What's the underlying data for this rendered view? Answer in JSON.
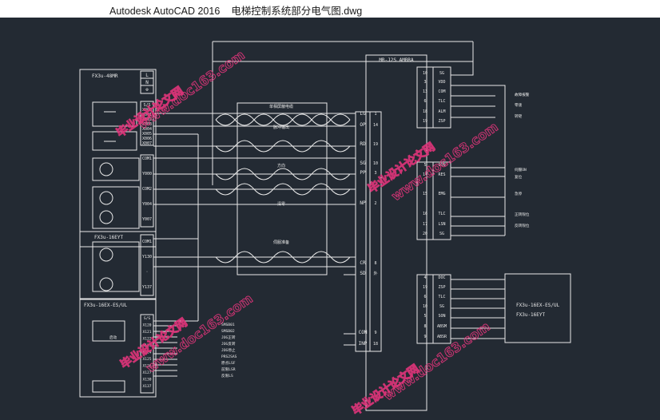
{
  "window": {
    "app_name": "Autodesk AutoCAD 2016",
    "file_name": "电梯控制系统部分电气图.dwg"
  },
  "colors": {
    "background": "#232a33",
    "lines": "#e8e8e8",
    "watermark": "#e0357a"
  },
  "drawing": {
    "plc_main_title": "FX3u-48MR",
    "plc_main_top": [
      "L",
      "N",
      "⊕"
    ],
    "plc_main_inputs": [
      "S/S",
      "X000",
      "X001",
      "X002",
      "X003",
      "X004",
      "X005",
      "X006",
      "X007"
    ],
    "plc_main_outputs": [
      "COM1",
      "Y000",
      "COM2",
      "Y004",
      "Y007"
    ],
    "ext_module_title": "FX3u-16EYT",
    "ext_module_terms": [
      "COM1",
      "Y130",
      "·",
      "Y137"
    ],
    "ext_module2_title": "FX3u-16EX-ES/UL",
    "ext_module2_inputs": [
      "S/S",
      "X120",
      "X121",
      "X122",
      "X123",
      "X124",
      "X125",
      "X126",
      "X127",
      "X130",
      "X137"
    ],
    "ext_module2_labels": [
      "SMSB01",
      "SMSB02",
      "JOG正转",
      "JOG反转",
      "JOG停止",
      "PRS2SAS",
      "原点LSF",
      "前限LSR",
      "反限LS"
    ],
    "ext_module2_contact": "启动",
    "cable_top_label": "单相屏蔽电缆",
    "cable_labels": [
      "脉冲输出",
      "方向",
      "清零",
      "伺服准备"
    ],
    "servo_title": "MR-J2S AMBRA",
    "servo_left_terms": [
      {
        "name": "LG",
        "pin": "1"
      },
      {
        "name": "OP",
        "pin": "14"
      },
      {
        "name": "RD",
        "pin": "19"
      },
      {
        "name": "SG",
        "pin": "10"
      },
      {
        "name": "PP",
        "pin": "3"
      },
      {
        "name": "NP",
        "pin": "2"
      },
      {
        "name": "CR",
        "pin": "8"
      },
      {
        "name": "SD",
        "pin": "外"
      },
      {
        "name": "COM",
        "pin": "9"
      },
      {
        "name": "INP",
        "pin": "18"
      }
    ],
    "servo_right_terms": [
      {
        "pin": "10",
        "name": "SG"
      },
      {
        "pin": "3",
        "name": "VDD"
      },
      {
        "pin": "13",
        "name": "COM"
      },
      {
        "pin": "6",
        "name": "TLC"
      },
      {
        "pin": "18",
        "name": "ALM"
      },
      {
        "pin": "19",
        "name": "ZSP"
      },
      {
        "pin": "5",
        "name": "SON"
      },
      {
        "pin": "14",
        "name": "RES"
      },
      {
        "pin": "15",
        "name": "EMG"
      },
      {
        "pin": "16",
        "name": "TLC"
      },
      {
        "pin": "17",
        "name": "LSN"
      },
      {
        "pin": "20",
        "name": "SG"
      },
      {
        "pin": "4",
        "name": "DOC"
      },
      {
        "pin": "19",
        "name": "ZSP"
      },
      {
        "pin": "6",
        "name": "TLC"
      },
      {
        "pin": "10",
        "name": "SG"
      },
      {
        "pin": "5",
        "name": "SON"
      },
      {
        "pin": "8",
        "name": "ABSM"
      },
      {
        "pin": "9",
        "name": "ABSR"
      }
    ],
    "servo_right_labels": [
      "故障报警",
      "零速",
      "转矩",
      "伺服ON",
      "复位",
      "急停",
      "正转限位",
      "反转限位"
    ],
    "right_box_lines": [
      "FX3u-16EX-ES/UL",
      "FX3u-16EYT"
    ]
  },
  "watermark": {
    "site": "www.doc163.com",
    "brand": "毕业设计论文网"
  }
}
